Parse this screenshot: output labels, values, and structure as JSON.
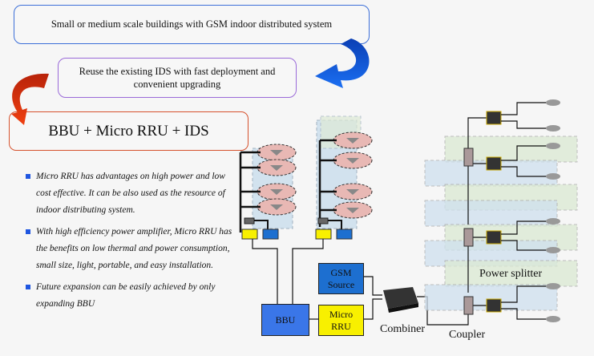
{
  "top_box": {
    "text": "Small or medium scale buildings with GSM indoor distributed system"
  },
  "mid_box": {
    "line1": "Reuse the existing IDS with fast deployment and",
    "line2": "convenient upgrading"
  },
  "main_box": {
    "text": "BBU + Micro RRU + IDS"
  },
  "bullets": [
    "Micro RRU has advantages on high power and low cost effective. It can be also used as the resource of indoor distributing system.",
    "With high efficiency power amplifier, Micro RRU has the benefits on low thermal and power consumption, small size, light, portable, and easy installation.",
    "Future expansion can be easily achieved by only expanding BBU"
  ],
  "blocks": {
    "bbu": "BBU",
    "gsm_source": "GSM Source",
    "micro_rru": "Micro RRU"
  },
  "labels": {
    "combiner": "Combiner",
    "coupler": "Coupler",
    "power_splitter": "Power splitter"
  },
  "colors": {
    "blue_block": "#3a76e8",
    "dark_blue_block": "#1d6fd0",
    "yellow_block": "#f8f000",
    "arrow_blue": "#1149c4",
    "arrow_red": "#d6360f"
  }
}
